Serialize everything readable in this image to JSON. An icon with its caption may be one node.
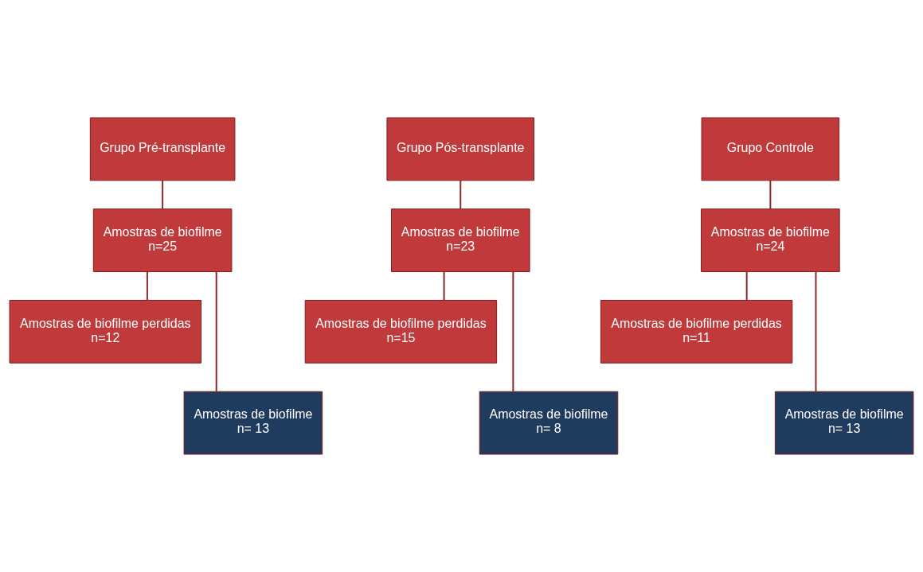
{
  "diagram": {
    "nodes": [
      {
        "text": [
          "Grupo Pré-transplante"
        ]
      },
      {
        "text": [
          "Amostras de biofilme",
          "n=25"
        ]
      },
      {
        "text": [
          "Amostras de biofilme perdidas",
          "n=12"
        ]
      },
      {
        "text": [
          "Amostras de biofilme",
          "n= 13"
        ]
      },
      {
        "text": [
          "Grupo Pós-transplante"
        ]
      },
      {
        "text": [
          "Amostras de biofilme",
          "n=23"
        ]
      },
      {
        "text": [
          "Amostras de biofilme perdidas",
          "n=15"
        ]
      },
      {
        "text": [
          "Amostras de biofilme",
          "n= 8"
        ]
      },
      {
        "text": [
          "Grupo Controle"
        ]
      },
      {
        "text": [
          "Amostras de biofilme",
          "n=24"
        ]
      },
      {
        "text": [
          "Amostras de biofilme perdidas",
          "n=11"
        ]
      },
      {
        "text": [
          "Amostras de biofilme",
          "n= 13"
        ]
      }
    ],
    "edges": [
      {
        "from": 0,
        "to": 1,
        "arrow": "none"
      },
      {
        "from": 1,
        "to": 2,
        "arrow": "none"
      },
      {
        "from": 1,
        "to": 3,
        "arrow": "none"
      },
      {
        "from": 4,
        "to": 5,
        "arrow": "none"
      },
      {
        "from": 5,
        "to": 6,
        "arrow": "none"
      },
      {
        "from": 5,
        "to": 7,
        "arrow": "none"
      },
      {
        "from": 8,
        "to": 9,
        "arrow": "none"
      },
      {
        "from": 9,
        "to": 10,
        "arrow": "none"
      },
      {
        "from": 9,
        "to": 11,
        "arrow": "none"
      }
    ]
  }
}
